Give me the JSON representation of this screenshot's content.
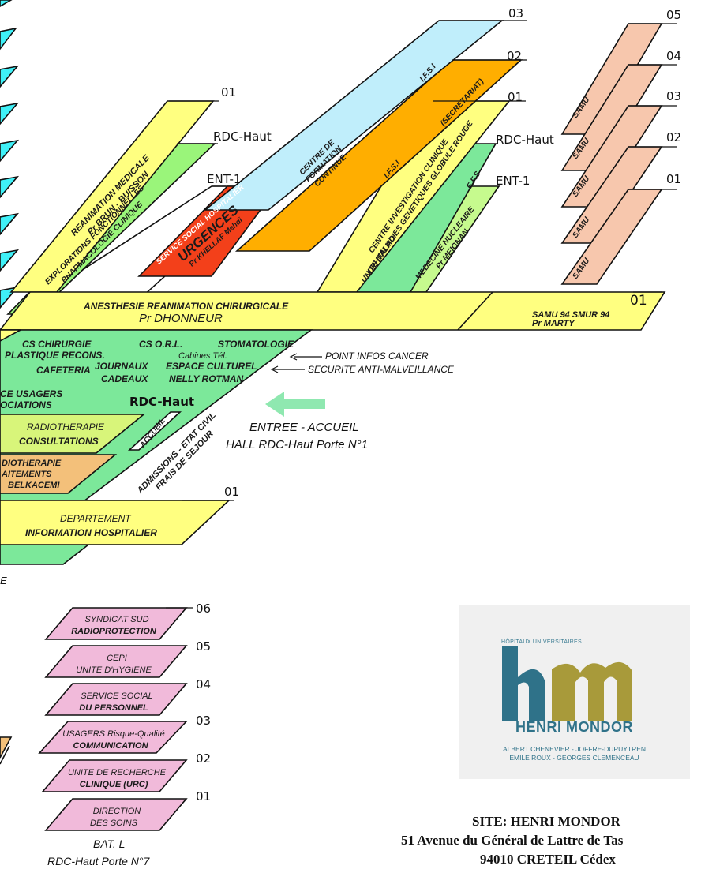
{
  "colors": {
    "cyan": "#3ff0f7",
    "yellow": "#ffff80",
    "lightblue": "#c0eefb",
    "orange": "#ffae00",
    "green": "#9af57a",
    "red": "#f3401a",
    "salmon": "#f7c7ad",
    "mint": "#7ce89a",
    "lightgreen": "#c6fa8e",
    "tan": "#f3c07a",
    "pink": "#f1bada",
    "accent_arrow": "#8fe8b0"
  },
  "levels": {
    "l03": "03",
    "l02": "02",
    "l01": "01",
    "rdc_haut": "RDC-Haut",
    "ent1": "ENT-1",
    "left_01": "01",
    "left_rdc": "RDC-Haut",
    "left_ent1": "ENT-1",
    "samu_05": "05",
    "samu_04": "04",
    "samu_03": "03",
    "samu_02": "02",
    "samu_01": "01",
    "ground_01": "01",
    "rdc_haut_hall": "RDC-Haut",
    "dept_01": "01",
    "batl_06": "06",
    "batl_05": "05",
    "batl_04": "04",
    "batl_03": "03",
    "batl_02": "02",
    "batl_01": "01"
  },
  "blocks": {
    "reanimation": [
      "REANIMATION MEDICALE",
      "Pr BRUN - BUISSON"
    ],
    "explorations": [
      "EXPLORATIONS FONCTIONNELLES",
      "PHARMACOLOGIE CLINIQUE"
    ],
    "urgences": [
      "SERVICE SOCIAL HOSPITALIER",
      "URGENCES",
      "Pr KHELLAF Mehdi"
    ],
    "centre_formation": [
      "CENTRE DE",
      "FORMATION",
      "CONTINUE"
    ],
    "ifsi_top": "I.F.S.I",
    "ifsi_mid": "I.F.S.I",
    "secretariat": "(SECRETARIAT)",
    "centre_investigation": [
      "CENTRE INVESTIGATION CLINIQUE",
      "UNITE MALADIES GENETIQUES GLOBULE ROUGE"
    ],
    "efs": "E.F.S",
    "ophtalmo": "OPHTALMO",
    "medecine_nucleaire": [
      "MEDECINE NUCLEAIRE",
      "Pr MEIGNAN"
    ],
    "anesthesie": [
      "ANESTHESIE REANIMATION CHIRURGICALE",
      "Pr DHONNEUR"
    ],
    "samu": "SAMU",
    "samu94": [
      "SAMU 94 SMUR 94",
      "Pr MARTY"
    ],
    "cs_chirurgie": [
      "CS CHIRURGIE",
      "PLASTIQUE RECONS."
    ],
    "cs_orl": [
      "CS O.R.L.",
      "Cabines Tél."
    ],
    "stomatologie": "STOMATOLOGIE",
    "cafeteria": "CAFETERIA",
    "journaux": [
      "JOURNAUX",
      "CADEAUX"
    ],
    "espace_culturel": [
      "ESPACE CULTUREL",
      "NELLY ROTMAN"
    ],
    "usagers": [
      "CE USAGERS",
      "OCIATIONS"
    ],
    "radiotherapie_consult": [
      "RADIOTHERAPIE",
      "CONSULTATIONS"
    ],
    "radiotherapie_trait": [
      "DIOTHERAPIE",
      "AITEMENTS",
      "BELKACEMI"
    ],
    "accueil": "ACCUEIL",
    "admissions": [
      "ADMISSIONS - ETAT CIVIL",
      "FRAIS DE SEJOUR"
    ],
    "departement": [
      "DEPARTEMENT",
      "INFORMATION HOSPITALIER"
    ],
    "edge_e": "E",
    "batl": [
      [
        "SYNDICAT SUD",
        "RADIOPROTECTION"
      ],
      [
        "CEPI",
        "UNITE D'HYGIENE"
      ],
      [
        "SERVICE SOCIAL",
        "DU PERSONNEL"
      ],
      [
        "USAGERS Risque-Qualité",
        "COMMUNICATION"
      ],
      [
        "UNITE DE RECHERCHE",
        "CLINIQUE (URC)"
      ],
      [
        "DIRECTION",
        "DES SOINS"
      ]
    ],
    "batl_caption": [
      "BAT. L",
      "RDC-Haut Porte N°7"
    ]
  },
  "annotations": {
    "point_infos": "POINT INFOS CANCER",
    "securite": "SECURITE ANTI-MALVEILLANCE",
    "entree": "ENTREE - ACCUEIL",
    "hall": "HALL RDC-Haut Porte N°1"
  },
  "logo": {
    "top": "HÔPITAUX UNIVERSITAIRES",
    "letters": "hm",
    "name": "HENRI MONDOR",
    "line1": "ALBERT CHENEVIER - JOFFRE-DUPUYTREN",
    "line2": "EMILE ROUX - GEORGES CLEMENCEAU"
  },
  "site": {
    "line1": "SITE: HENRI MONDOR",
    "line2": "51 Avenue du Général de Lattre de Tas",
    "line3": "94010 CRETEIL Cédex"
  }
}
